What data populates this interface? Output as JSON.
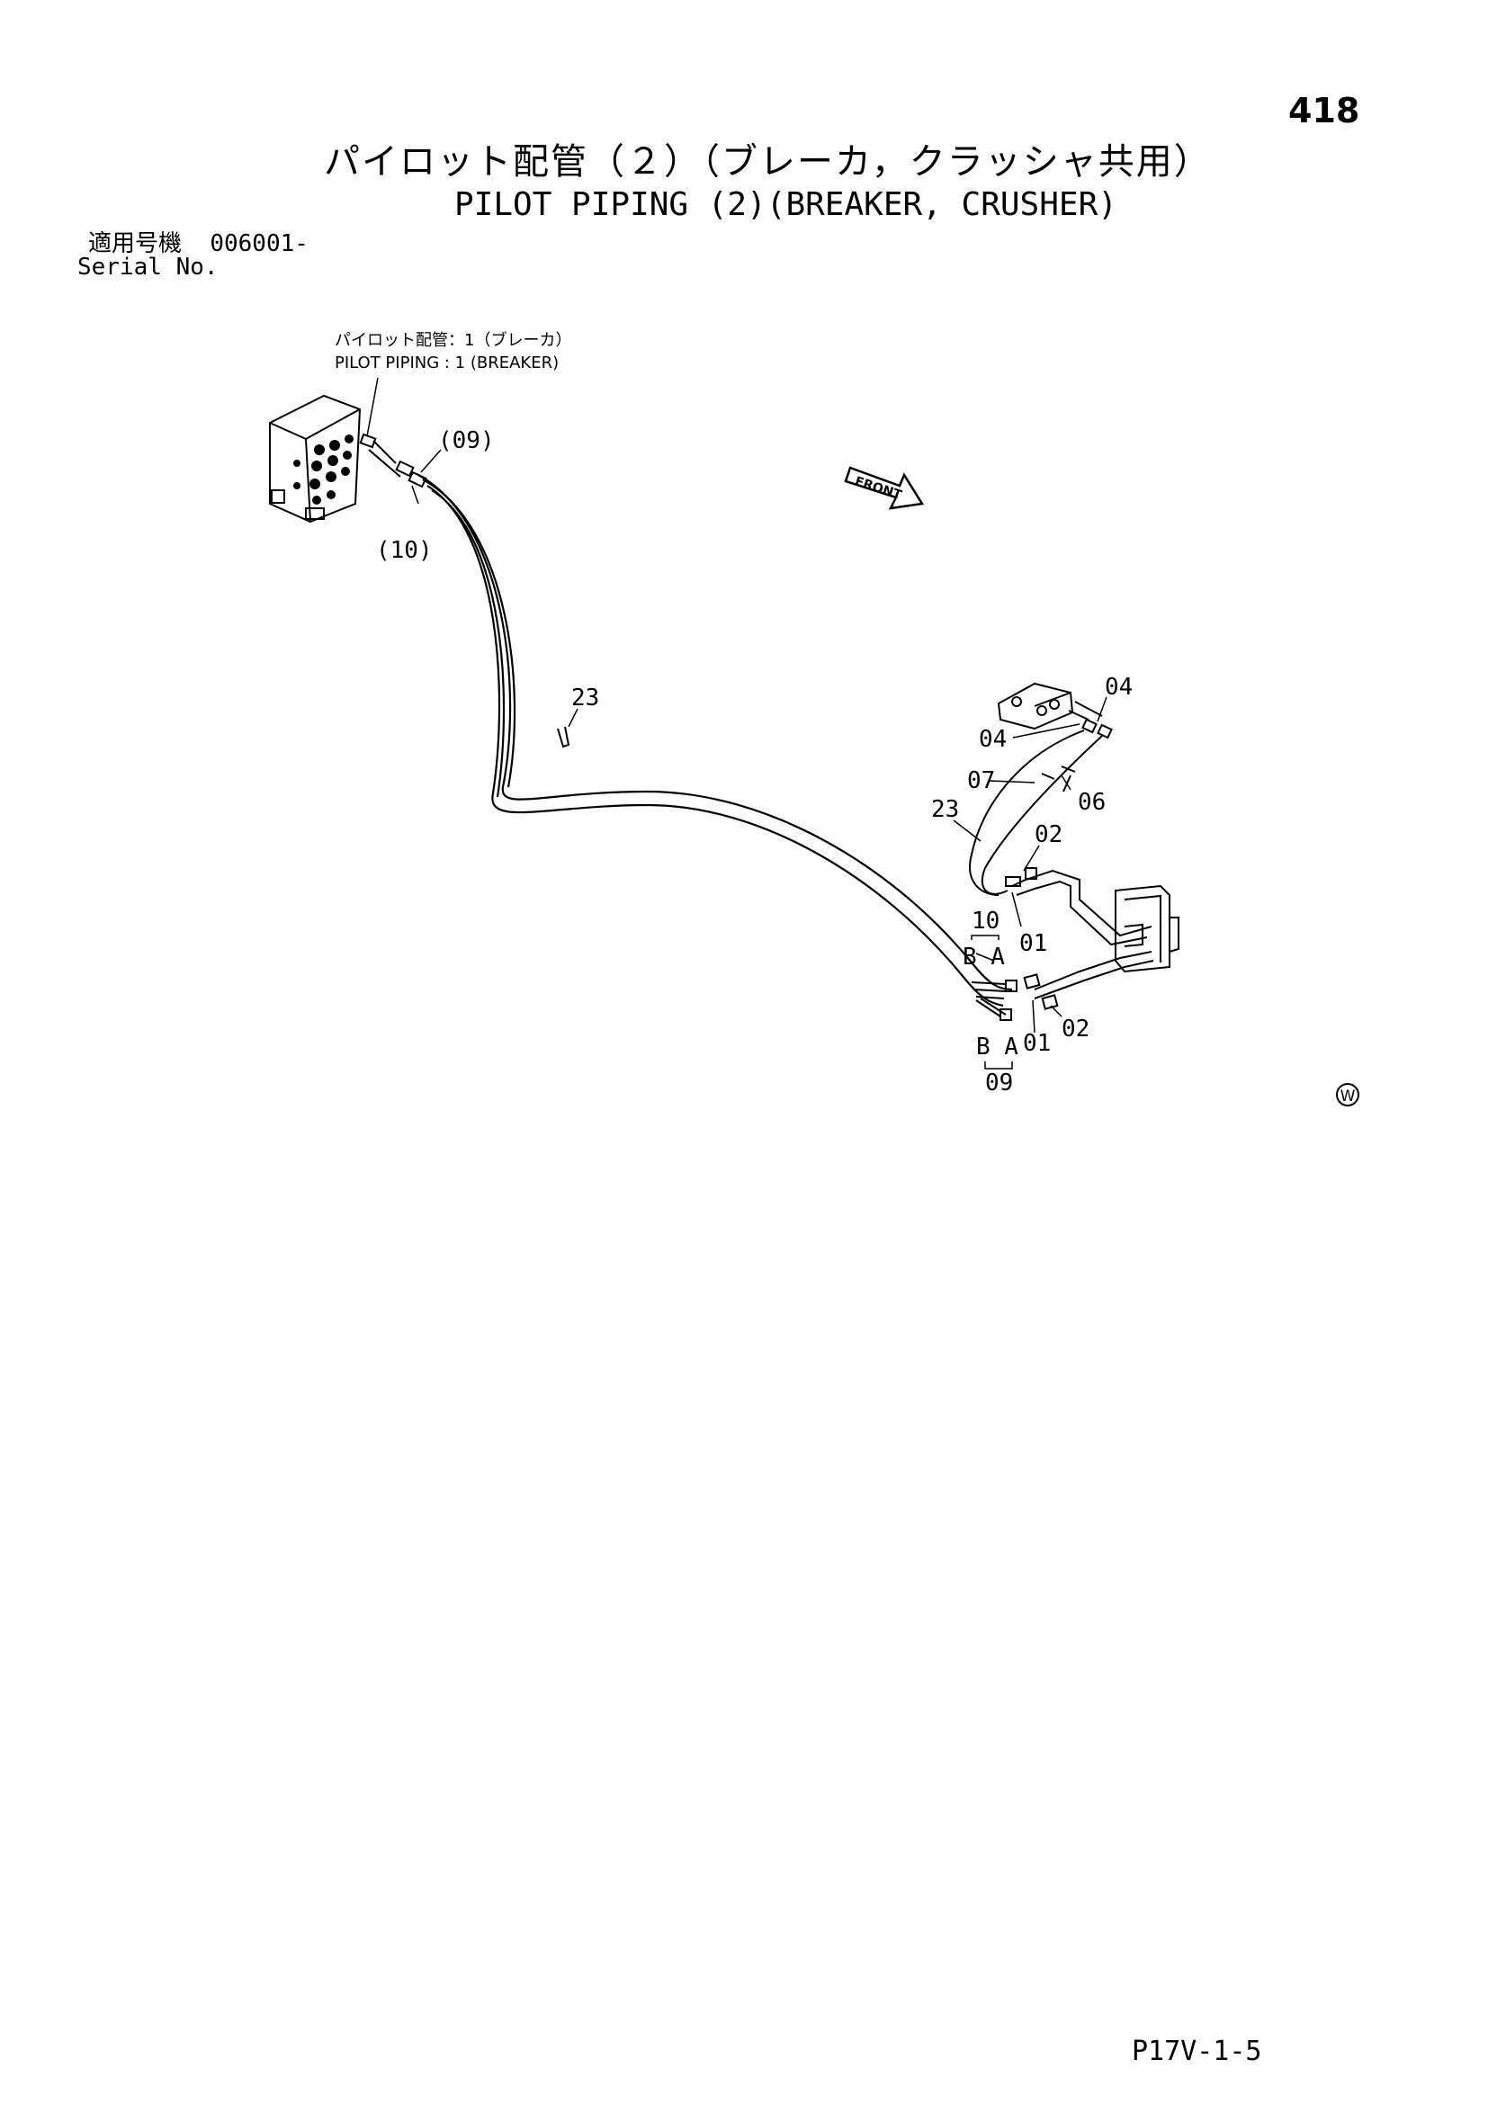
{
  "page_number": "418",
  "title_jp": "パイロット配管（２）（ブレーカ，クラッシャ共用）",
  "title_en": "PILOT PIPING (2)(BREAKER, CRUSHER)",
  "serial": {
    "label_jp": "適用号機",
    "value": "006001-",
    "label_en": "Serial No."
  },
  "reference": {
    "jp": "パイロット配管：1（ブレーカ）",
    "en": "PILOT PIPING : 1 (BREAKER)"
  },
  "front_label": "FRONT",
  "callouts": {
    "c09_paren": "(09)",
    "c10_paren": "(10)",
    "c23_mid": "23",
    "c23_right": "23",
    "c04_top": "04",
    "c04_left": "04",
    "c07": "07",
    "c06": "06",
    "c02_top": "02",
    "c01_top": "01",
    "c10": "10",
    "ba_top": "B A",
    "ba_bottom": "B A",
    "c09": "09",
    "c01_bottom": "01",
    "c02_bottom": "02"
  },
  "mark": "W",
  "footer_code": "P17V-1-5"
}
